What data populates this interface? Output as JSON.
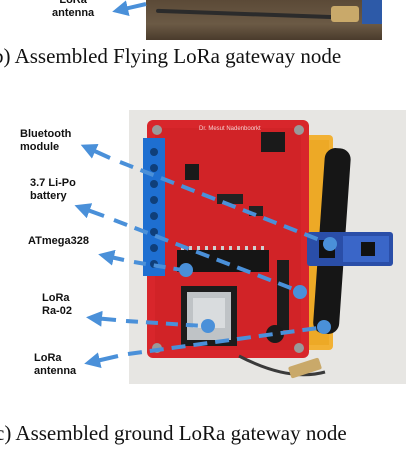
{
  "figure_b": {
    "label_lora_antenna": "LoRa\nantenna",
    "caption": "(b) Assembled Flying LoRa gateway node"
  },
  "figure_c": {
    "labels": {
      "bluetooth_module": "Bluetooth\nmodule",
      "battery": "3.7 Li-Po\nbattery",
      "microcontroller": "ATmega328",
      "lora_module": "LoRa\nRa-02",
      "lora_antenna": "LoRa\nantenna"
    },
    "board_text": "Dr. Mesut Nadenboorkt",
    "caption": "(c) Assembled ground LoRa gateway node"
  },
  "colors": {
    "arrow": "#4a90d9",
    "pcb": "#d8262b",
    "terminal_block": "#1e6fd1",
    "battery": "#f2b134"
  }
}
